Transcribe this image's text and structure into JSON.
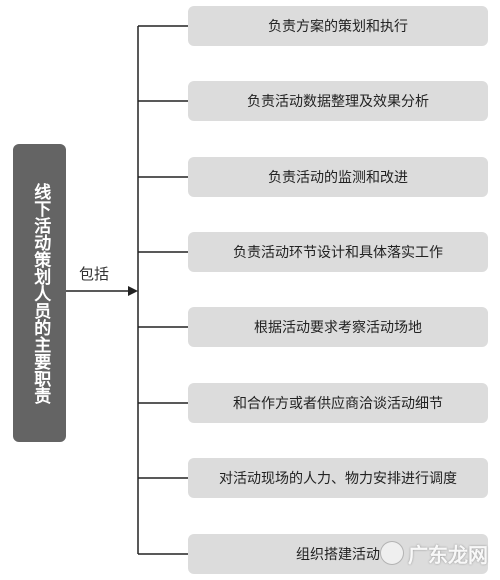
{
  "root": {
    "title": "线下活动策划人员的主要职责"
  },
  "relation_label": "包括",
  "items": [
    "负责方案的策划和执行",
    "负责活动数据整理及效果分析",
    "负责活动的监测和改进",
    "负责活动环节设计和具体落实工作",
    "根据活动要求考察活动场地",
    "和合作方或者供应商洽谈活动细节",
    "对活动现场的人力、物力安排进行调度",
    "组织搭建活动"
  ],
  "watermark": "广东龙网",
  "colors": {
    "root_fill": "#646464",
    "item_fill": "#dcdcdc",
    "line": "#222222"
  }
}
